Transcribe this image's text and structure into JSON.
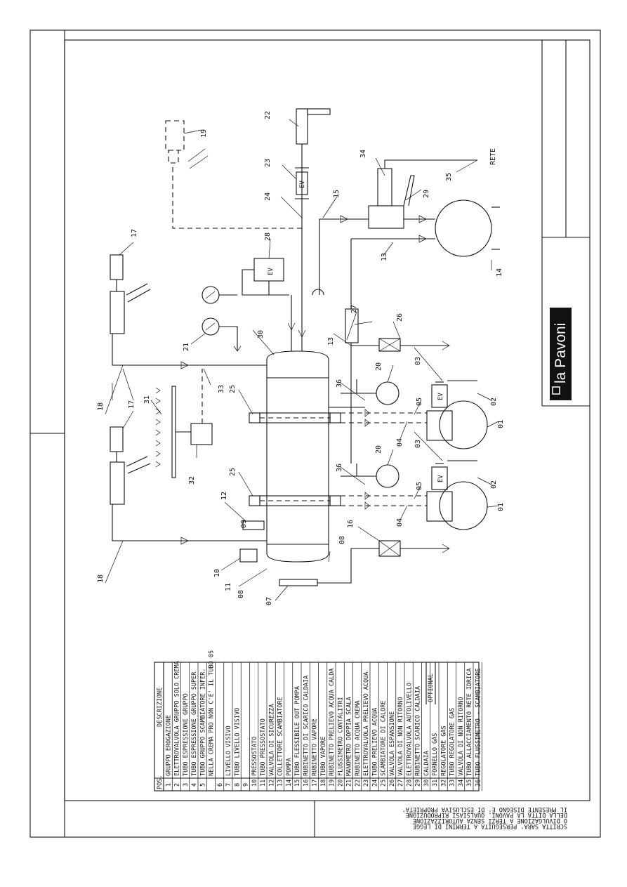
{
  "diagram_labels": {
    "l01a": "01",
    "l01b": "01",
    "l02a": "02",
    "l02b": "02",
    "l03a": "03",
    "l03b": "03",
    "l04a": "04",
    "l04b": "04",
    "l05a": "05",
    "l05b": "05",
    "l07": "07",
    "l08a": "08",
    "l08b": "08",
    "l10": "10",
    "l11": "11",
    "l12": "12",
    "l13a": "13",
    "l13b": "13",
    "l14": "14",
    "l15": "15",
    "l16": "16",
    "l17a": "17",
    "l17b": "17",
    "l18a": "18",
    "l18b": "18",
    "l19": "19",
    "l20a": "20",
    "l20b": "20",
    "l21": "21",
    "l22": "22",
    "l23": "23",
    "l24": "24",
    "l25a": "25",
    "l25b": "25",
    "l26": "26",
    "l27": "27",
    "l28": "28",
    "l29": "29",
    "l30": "30",
    "l31": "31",
    "l32": "32",
    "l33": "33",
    "l34": "34",
    "l35": "35",
    "l36a": "36",
    "l36b": "36",
    "rete": "RETE",
    "ev": "EV"
  },
  "brand": {
    "name": "la Pavoni"
  },
  "legend": {
    "col_pos": "POS.",
    "col_desc": "DESCRIZIONE",
    "optional_label": "OPTIONAL",
    "rows": [
      {
        "pos": "1",
        "desc": "GRUPPO EROGAZIONE"
      },
      {
        "pos": "2",
        "desc": "ELETTROVALVOLA GRUPPO SOLO CREMA"
      },
      {
        "pos": "3",
        "desc": "TUBO ESPRESSIONE GRUPPO"
      },
      {
        "pos": "4",
        "desc": "TUBO ESPRESSIONE GRUPPO SUPER"
      },
      {
        "pos": "5",
        "desc": "TUBO GRUPPO SCAMBIATORE INFER."
      },
      {
        "pos": "",
        "desc": "NELLA CREMA PRO NON C'E' IL TUBO 05"
      },
      {
        "pos": "6",
        "desc": ""
      },
      {
        "pos": "7",
        "desc": "LIVELLO VISIVO"
      },
      {
        "pos": "8",
        "desc": "TUBO LIVELLO VISIVO"
      },
      {
        "pos": "9",
        "desc": ""
      },
      {
        "pos": "10",
        "desc": "PRESSOSTATO"
      },
      {
        "pos": "11",
        "desc": "TUBO PRESSOSTATO"
      },
      {
        "pos": "12",
        "desc": "VALVOLA DI SICUREZZA"
      },
      {
        "pos": "13",
        "desc": "COLLETTORE SCAMBIATORE"
      },
      {
        "pos": "14",
        "desc": "POMPA"
      },
      {
        "pos": "15",
        "desc": "TUBO FLESSIBILE OUT POMPA"
      },
      {
        "pos": "16",
        "desc": "RUBINETTO DI SCARICO CALDAIA"
      },
      {
        "pos": "17",
        "desc": "RUBINETTO VAPORE"
      },
      {
        "pos": "18",
        "desc": "TUBO VAPORE"
      },
      {
        "pos": "19",
        "desc": "RUBINETTO PRELIEVO ACQUA CALDA"
      },
      {
        "pos": "20",
        "desc": "FLUSSIMETRO CONTALITRI"
      },
      {
        "pos": "21",
        "desc": "MANOMETRO DOPPIA SCALA"
      },
      {
        "pos": "22",
        "desc": "RUBINETTO ACQUA CREMA"
      },
      {
        "pos": "23",
        "desc": "ELETTROVALVOLA PRELIEVO ACQUA"
      },
      {
        "pos": "24",
        "desc": "TUBO PRELIEVO ACQUA"
      },
      {
        "pos": "25",
        "desc": "SCAMBIATORE DI CALORE"
      },
      {
        "pos": "26",
        "desc": "VALVOLA ESPANSIONE"
      },
      {
        "pos": "27",
        "desc": "VALVOLA DI NON RITORNO"
      },
      {
        "pos": "28",
        "desc": "ELETTROVALVOLA AUTOLIVELLO"
      },
      {
        "pos": "29",
        "desc": "RUBINETTO SCARICO CALDAIA"
      },
      {
        "pos": "30",
        "desc": "CALDAIA"
      },
      {
        "pos": "31",
        "desc": "FORNELLO GAS"
      },
      {
        "pos": "32",
        "desc": "REGOLATORE GAS"
      },
      {
        "pos": "33",
        "desc": "TUBO REGOLATORE GAS"
      },
      {
        "pos": "34",
        "desc": "VALVOLA DI NON RITORNO"
      },
      {
        "pos": "35",
        "desc": "TUBO ALLACCIAMENTO RETE IDRICA"
      },
      {
        "pos": "36",
        "desc": "TUBO FLUSSIMETRO - SCAMBIATORE"
      }
    ]
  },
  "disclaimer": [
    "IL PRESENTE DISEGNO E' DI ESCLUSIVA PROPRIETA'",
    "DELLA DITTA LA PAVONI. QUALSIASI RIPRODUZIONE",
    "O DIVULGAZIONE A TERZI SENZA AUTORIZZAZIONE",
    "SCRITTA SARA' PERSEGUITA A TERMINI DI LEGGE"
  ]
}
